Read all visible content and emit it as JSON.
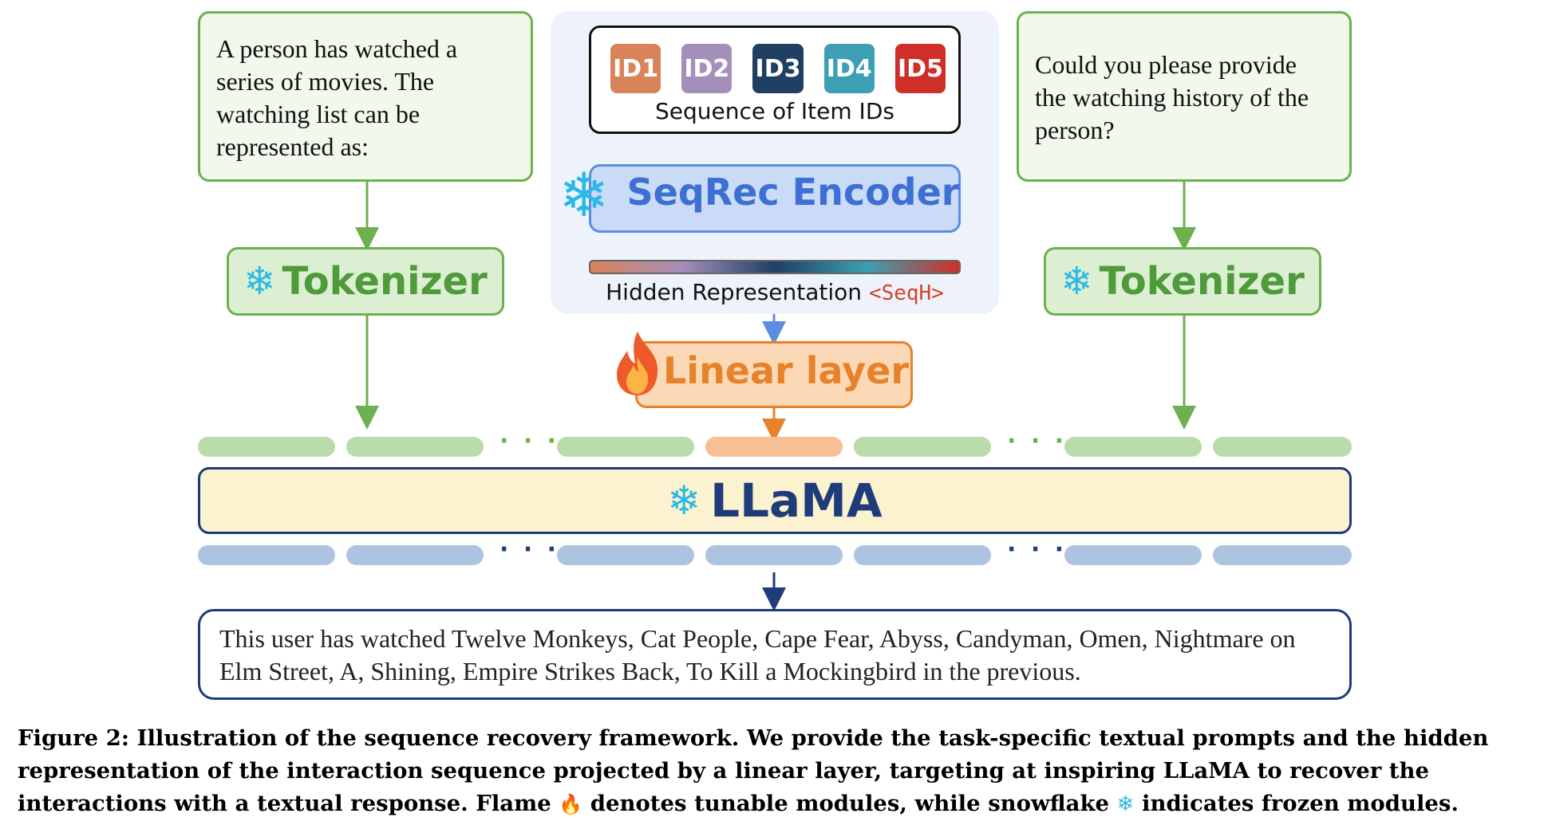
{
  "left_prompt": {
    "text": "A person has watched a series of movies. The watching list can be represented as:"
  },
  "right_prompt": {
    "text": "Could you please provide the watching history of the person?"
  },
  "tokenizer_left": {
    "label": "Tokenizer",
    "icon": "snowflake-icon"
  },
  "tokenizer_right": {
    "label": "Tokenizer",
    "icon": "snowflake-icon"
  },
  "item_ids": [
    {
      "label": "ID1",
      "color": "#d9835a"
    },
    {
      "label": "ID2",
      "color": "#a48fba"
    },
    {
      "label": "ID3",
      "color": "#1f3f63"
    },
    {
      "label": "ID4",
      "color": "#3d9fb3"
    },
    {
      "label": "ID5",
      "color": "#d02e28"
    }
  ],
  "sequence": {
    "label": "Sequence of Item IDs"
  },
  "encoder": {
    "label": "SeqRec Encoder",
    "icon": "snowflake-icon"
  },
  "hidden": {
    "label": "Hidden Representation",
    "tag": "<SeqH>"
  },
  "linear": {
    "label": "Linear layer",
    "icon": "flame-icon"
  },
  "llama": {
    "label": "LLaMA",
    "icon": "snowflake-icon"
  },
  "ellipsis": "· · ·",
  "output": {
    "text": "This user has watched Twelve Monkeys, Cat People, Cape Fear, Abyss, Candyman, Omen, Nightmare on Elm Street, A, Shining, Empire Strikes Back, To Kill a Mockingbird in the previous."
  },
  "caption": {
    "prefix": "Figure 2: Illustration of the sequence recovery framework. We provide the task-specific textual prompts and the hidden representation of the interaction sequence projected by a linear layer, targeting at inspiring LLaMA to recover the interactions with a textual response. Flame",
    "middle": "denotes tunable modules, while snowflake",
    "suffix": "indicates frozen modules."
  },
  "colors": {
    "green": "#6db04f",
    "green_fill": "#dcefd3",
    "blue": "#5b8ee0",
    "blue_fill": "#c9dbf6",
    "orange": "#e8822a",
    "orange_fill": "#fbd9b7",
    "llama_fill": "#fbf2cf",
    "navy": "#1f3c7a",
    "token_green": "#b9dcaa",
    "token_orange": "#f8bf94",
    "token_blue": "#aec3df"
  }
}
